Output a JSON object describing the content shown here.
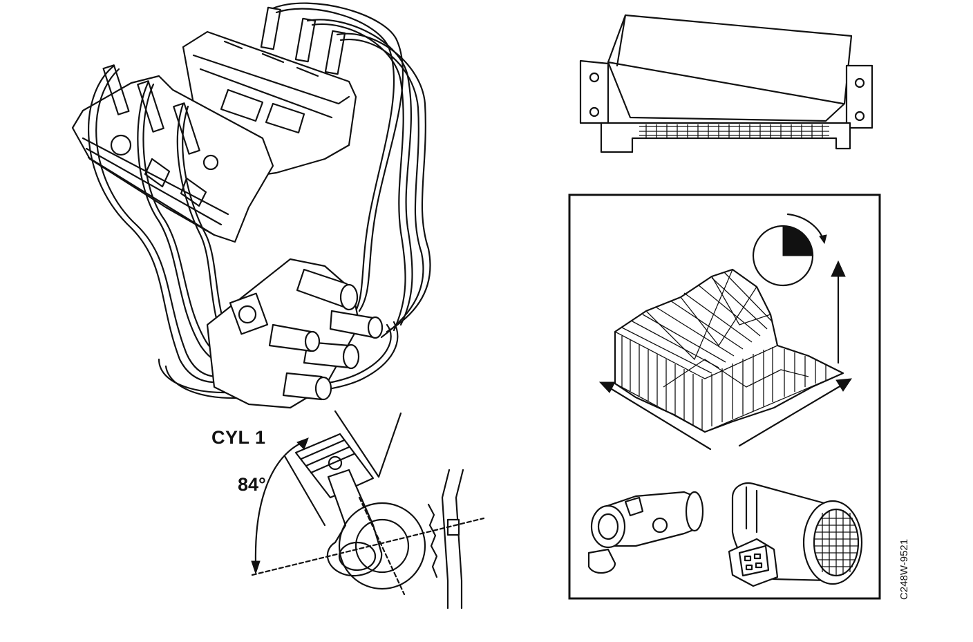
{
  "labels": {
    "cylinder": "CYL 1",
    "angle": "84°",
    "figure_code": "C248W-9521"
  },
  "colors": {
    "ink": "#111111",
    "paper": "#ffffff"
  },
  "icons": {
    "engine": "engine-ignition-harness-illustration",
    "crank": "crankshaft-piston-illustration",
    "ecu": "control-module-illustration",
    "map": "3d-ignition-map-illustration",
    "dial": "pie-dial-icon",
    "sensor_small": "crank-sensor-illustration",
    "sensor_maf": "mass-air-flow-sensor-illustration"
  }
}
